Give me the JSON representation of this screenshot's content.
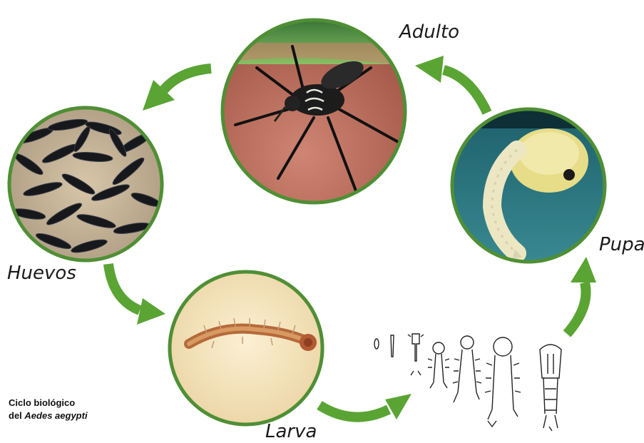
{
  "labels": {
    "adult": "Adulto",
    "eggs": "Huevos",
    "larva": "Larva",
    "pupa": "Pupa"
  },
  "caption": {
    "line1": "Ciclo biológico",
    "line2_prefix": "del ",
    "line2_species": "Aedes aegypti"
  },
  "colors": {
    "arrow_green": "#5aa434",
    "circle_border": "#4f8f35"
  }
}
